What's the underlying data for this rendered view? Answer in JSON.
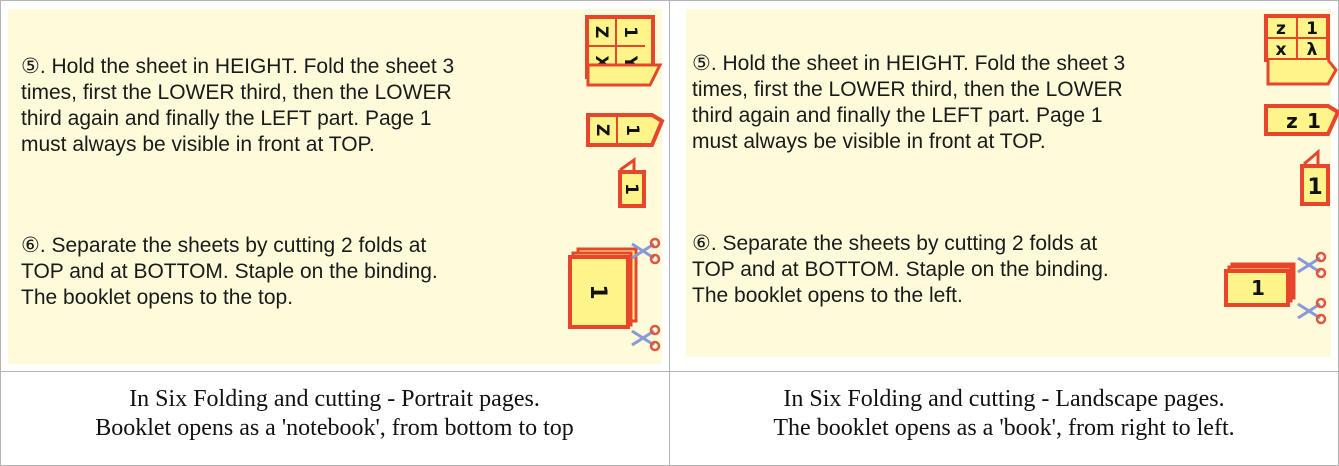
{
  "left": {
    "step5": {
      "lines": [
        "⑤. Hold the sheet in HEIGHT. Fold the sheet 3",
        "times, first the LOWER third, then the LOWER",
        "third again and finally the LEFT part. Page 1",
        "must always be visible in front at TOP."
      ]
    },
    "step6": {
      "lines": [
        "⑥. Separate the sheets by cutting 2 folds at",
        "TOP and at BOTTOM. Staple on the binding.",
        "The booklet opens to the top."
      ]
    },
    "icons": {
      "sheet_glyphs": [
        "Z",
        "1",
        "X",
        "Y"
      ],
      "page_number": "1",
      "booklet_number": "1"
    },
    "caption": {
      "line1": "In Six Folding and cutting - Portrait pages.",
      "line2": "Booklet opens as a 'notebook', from bottom to top"
    }
  },
  "right": {
    "step5": {
      "lines": [
        "⑤. Hold the sheet in HEIGHT. Fold the sheet 3",
        "times, first the LOWER third, then the LOWER",
        "third again and finally the LEFT part. Page 1",
        "must always be visible in front at TOP."
      ]
    },
    "step6": {
      "lines": [
        "⑥. Separate the sheets by cutting 2 folds at",
        "TOP and at BOTTOM. Staple on the binding.",
        "The booklet opens to the left."
      ]
    },
    "icons": {
      "sheet_glyphs": [
        "z",
        "1",
        "x",
        "λ"
      ],
      "strip_glyphs": [
        "z",
        "1"
      ],
      "page_number": "1",
      "booklet_number": "1"
    },
    "caption": {
      "line1": "In Six Folding and cutting - Landscape pages.",
      "line2": "The booklet opens as a 'book', from right to left."
    }
  },
  "colors": {
    "panel_bg": "#fdfbda",
    "page_fill": "#fdf58a",
    "page_stroke": "#e8452d",
    "scissors_blade": "#8a9ad6",
    "scissors_handle": "#e0553f",
    "grid_line": "#b3b3b3"
  }
}
